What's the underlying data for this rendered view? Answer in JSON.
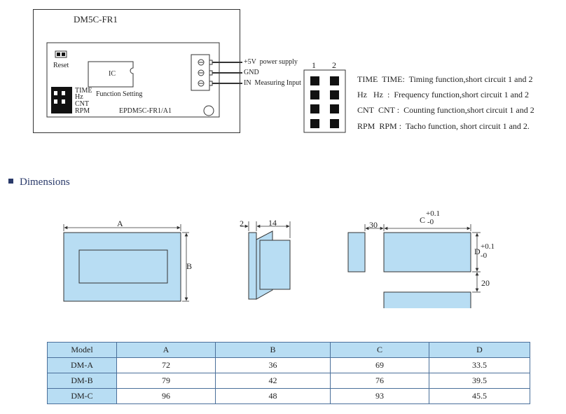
{
  "module": {
    "title": "DM5C-FR1",
    "reset_label": "Reset",
    "ic_label": "IC",
    "switch_labels": [
      "TIME",
      "Hz",
      "CNT",
      "RPM"
    ],
    "function_setting_label": "Function Setting",
    "board_label": "EPDM5C-FR1/A1",
    "pins": [
      "+5V  power supply",
      "GND",
      "IN  Measuring Input"
    ]
  },
  "jumper": {
    "col_labels": [
      "1",
      "2"
    ]
  },
  "functions": [
    {
      "code": "TIME",
      "text": "TIME:  Timing function,short circuit 1 and 2"
    },
    {
      "code": "Hz",
      "text": "Hz  :  Frequency function,short circuit 1 and 2"
    },
    {
      "code": "CNT",
      "text": "CNT :  Counting function,short circuit 1 and 2"
    },
    {
      "code": "RPM",
      "text": "RPM :  Tacho function, short circuit 1 and 2."
    }
  ],
  "dimensions": {
    "section_title": "Dimensions",
    "front_labels": {
      "a": "A",
      "b": "B"
    },
    "side_labels": {
      "thickness": "2",
      "depth": "14"
    },
    "cutout_labels": {
      "gap": "30",
      "c": "C",
      "c_tol_plus": "+0.1",
      "c_tol_minus": "-0",
      "d": "D",
      "d_tol_plus": "+0.1",
      "d_tol_minus": "-0",
      "vertical_gap": "20"
    }
  },
  "table": {
    "headers": [
      "Model",
      "A",
      "B",
      "C",
      "D"
    ],
    "rows": [
      {
        "model": "DM-A",
        "a": "72",
        "b": "36",
        "c": "69",
        "d": "33.5"
      },
      {
        "model": "DM-B",
        "a": "79",
        "b": "42",
        "c": "76",
        "d": "39.5"
      },
      {
        "model": "DM-C",
        "a": "96",
        "b": "48",
        "c": "93",
        "d": "45.5"
      }
    ]
  },
  "colors": {
    "panel_fill": "#b8ddf3",
    "outline": "#333333",
    "table_border": "#4a6f9a",
    "title_blue": "#2a3a6a"
  }
}
